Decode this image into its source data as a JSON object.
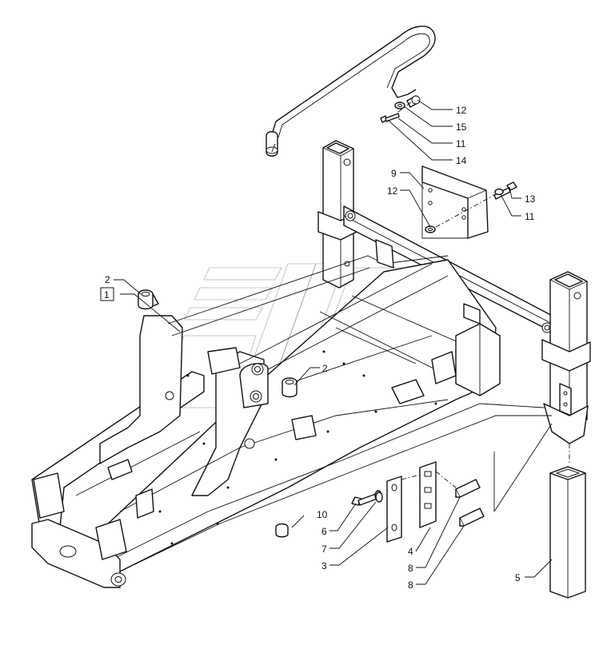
{
  "callouts": [
    {
      "id": "c-12a",
      "label": "12"
    },
    {
      "id": "c-15",
      "label": "15"
    },
    {
      "id": "c-11a",
      "label": "11"
    },
    {
      "id": "c-14",
      "label": "14"
    },
    {
      "id": "c-9",
      "label": "9"
    },
    {
      "id": "c-12b",
      "label": "12"
    },
    {
      "id": "c-13",
      "label": "13"
    },
    {
      "id": "c-11b",
      "label": "11"
    },
    {
      "id": "c-2a",
      "label": "2"
    },
    {
      "id": "c-1",
      "label": "1"
    },
    {
      "id": "c-2b",
      "label": "2"
    },
    {
      "id": "c-10",
      "label": "10"
    },
    {
      "id": "c-6",
      "label": "6"
    },
    {
      "id": "c-7",
      "label": "7"
    },
    {
      "id": "c-3",
      "label": "3"
    },
    {
      "id": "c-4",
      "label": "4"
    },
    {
      "id": "c-8a",
      "label": "8"
    },
    {
      "id": "c-8b",
      "label": "8"
    },
    {
      "id": "c-5",
      "label": "5"
    }
  ],
  "colors": {
    "line": "#111111",
    "background": "#ffffff",
    "watermark": "#9a9a9a"
  }
}
